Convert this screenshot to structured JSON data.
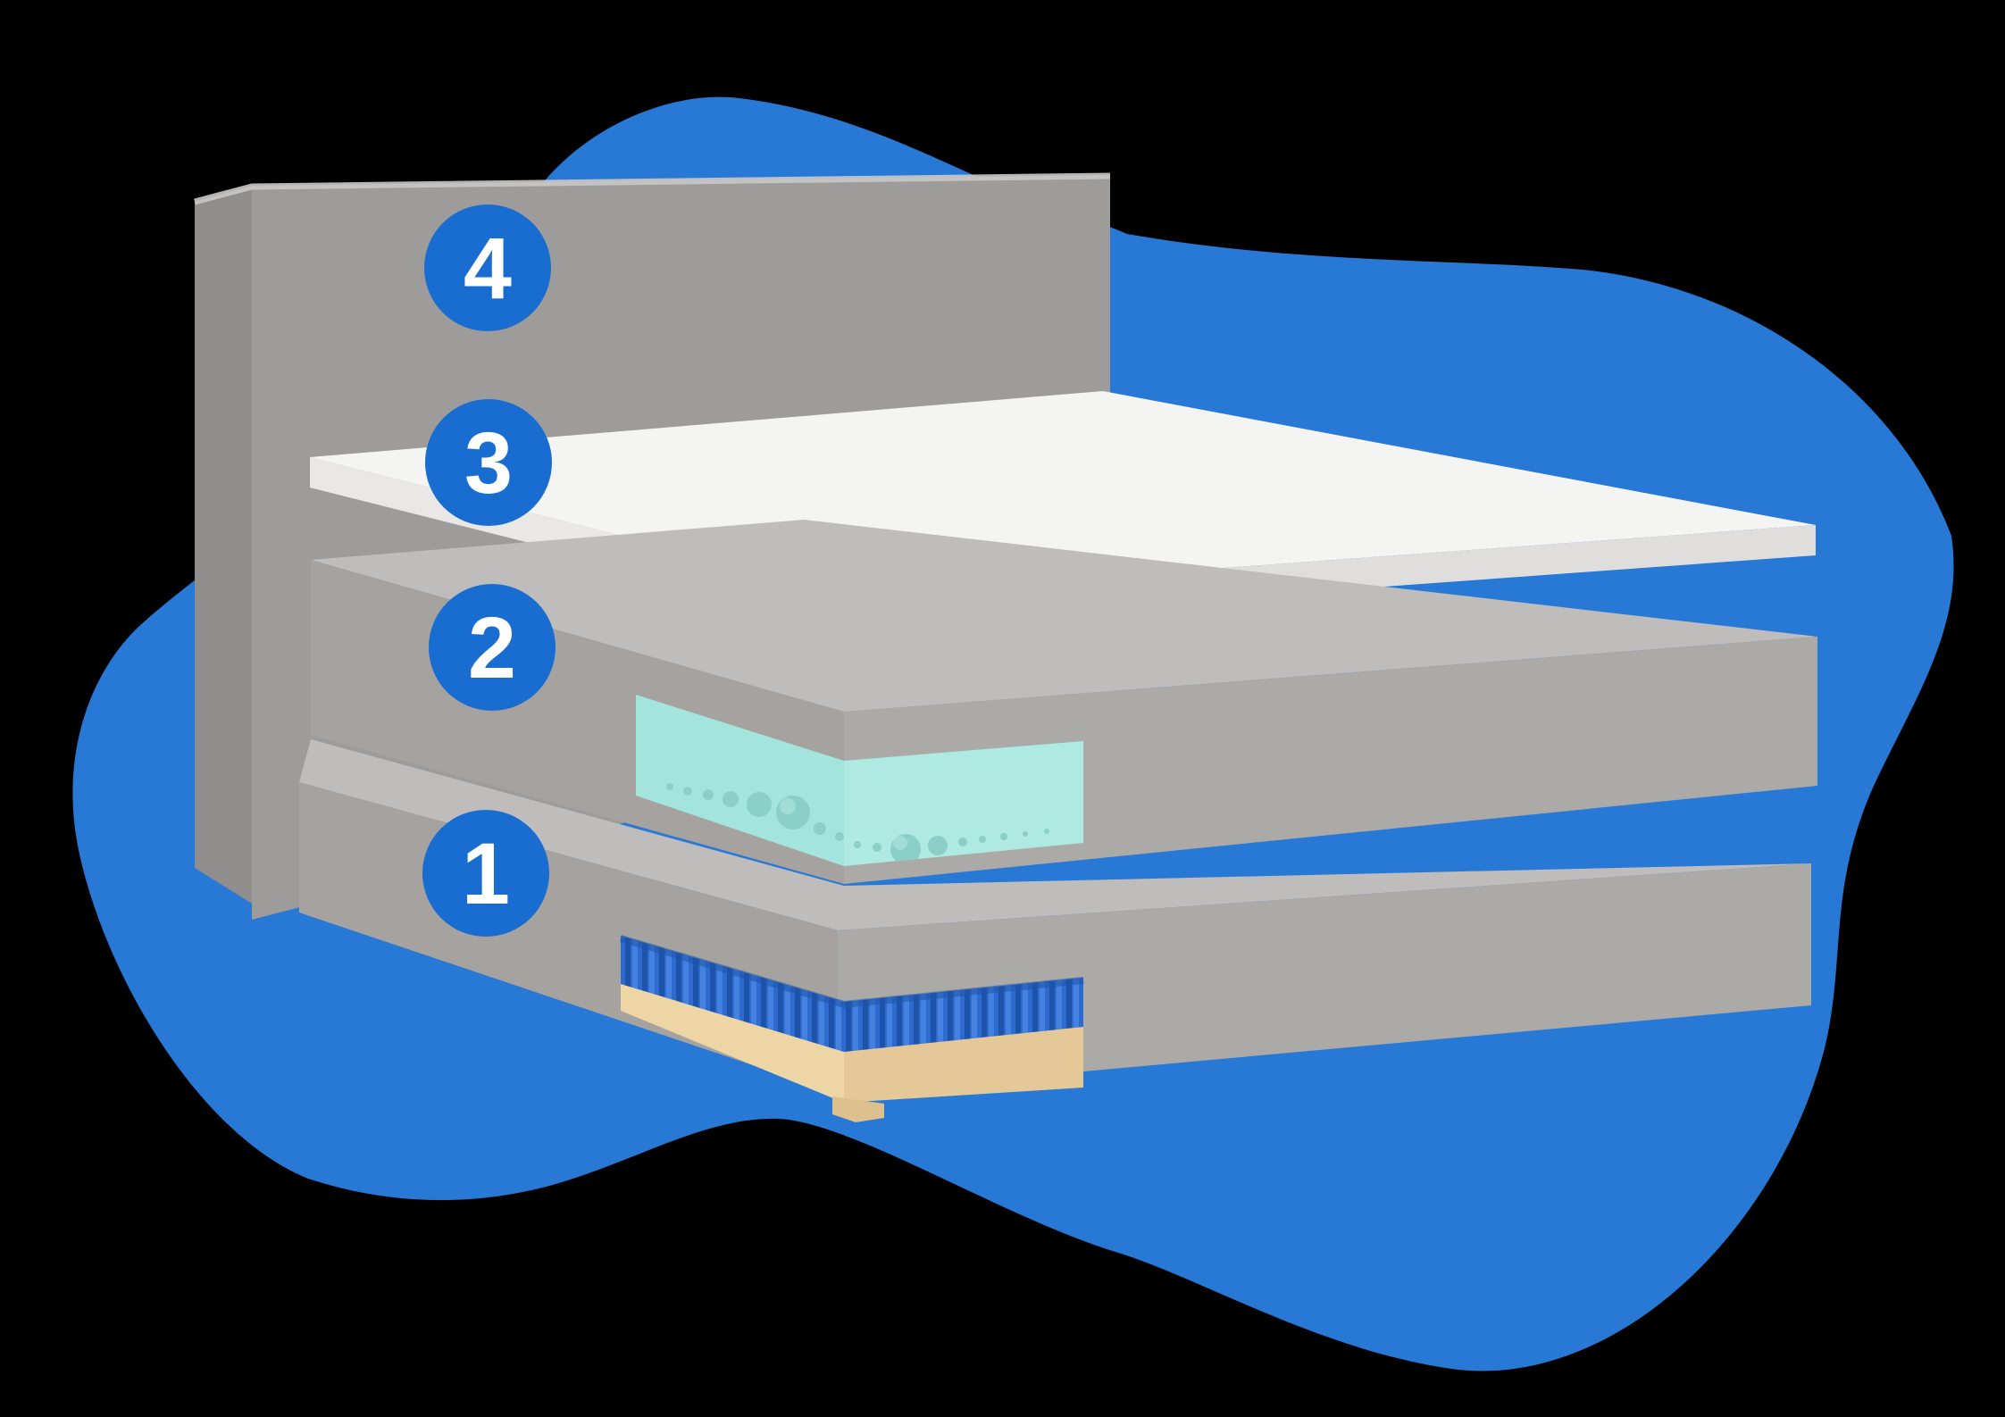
{
  "diagram": {
    "kind": "mattress-layers-exploded-view",
    "badges": [
      {
        "id": "layer-4",
        "number": "4"
      },
      {
        "id": "layer-3",
        "number": "3"
      },
      {
        "id": "layer-2",
        "number": "2"
      },
      {
        "id": "layer-1",
        "number": "1"
      }
    ],
    "colors": {
      "blob": "#2878d6",
      "badge": "#1a6dd0",
      "badge_text": "#ffffff",
      "headboard_side": "#8f8e8c",
      "headboard_face": "#9d9c9a",
      "headboard_highlight": "#c9c8c6",
      "topper_top": "#f4f4f3",
      "topper_bevel": "#e9e8e7",
      "topper_front": "#dfdedd",
      "slab_top": "#bebdbb",
      "slab_front_left": "#a5a29f",
      "slab_front_right": "#abaaa7",
      "gel_left": "#a3e4dd",
      "gel_right": "#aee9e2",
      "bubble": "#8ccfc6",
      "coil_light": "#4581de",
      "coil_mid": "#2e6bd0",
      "coil_dark": "#1d53a8",
      "tan_left": "#eed5a6",
      "tan_right": "#e5c897",
      "foot": "#dcc08d"
    }
  }
}
